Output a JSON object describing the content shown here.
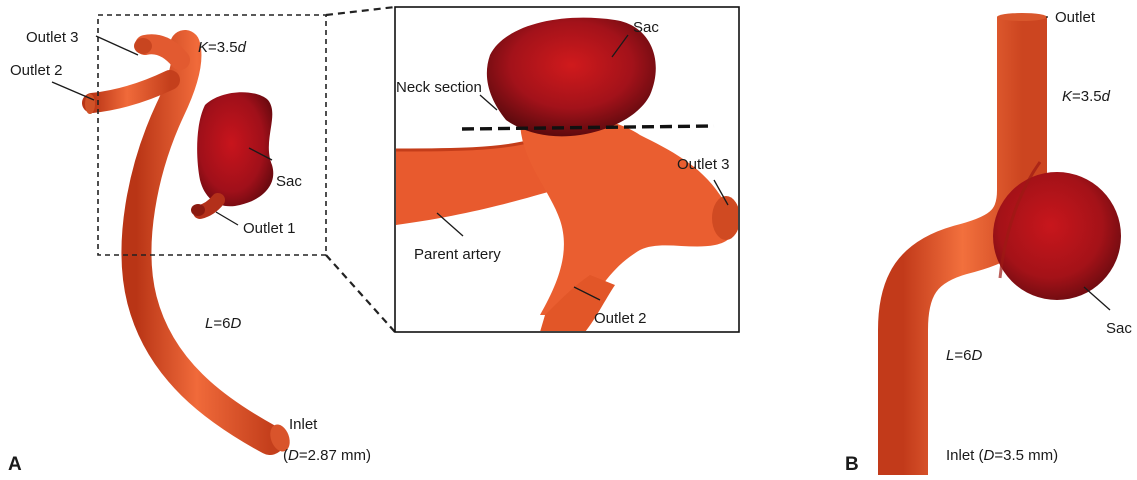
{
  "panel_a": {
    "letter": "A",
    "overview": {
      "outlet3": "Outlet 3",
      "outlet2": "Outlet 2",
      "outlet1": "Outlet 1",
      "sac": "Sac",
      "curvature_var": "K",
      "curvature_val": "=3.5",
      "curvature_unit": "d",
      "length_var": "L",
      "length_val": "=6",
      "length_unit": "D",
      "inlet": "Inlet",
      "diameter_open": "(",
      "diameter_var": "D",
      "diameter_val": "=2.87 mm)"
    },
    "zoom": {
      "sac": "Sac",
      "neck": "Neck section",
      "outlet3": "Outlet 3",
      "parent": "Parent artery",
      "outlet2": "Outlet 2"
    }
  },
  "panel_b": {
    "letter": "B",
    "outlet": "Outlet",
    "curvature_var": "K",
    "curvature_val": "=3.5",
    "curvature_unit": "d",
    "sac": "Sac",
    "length_var": "L",
    "length_val": "=6",
    "length_unit": "D",
    "inlet_prefix": "Inlet (",
    "diameter_var": "D",
    "diameter_val": "=3.5 mm)"
  },
  "colors": {
    "vessel": "#e8502a",
    "vessel_shade": "#c23a1a",
    "sac_center": "#c4141e",
    "sac_edge": "#7a0c10"
  }
}
